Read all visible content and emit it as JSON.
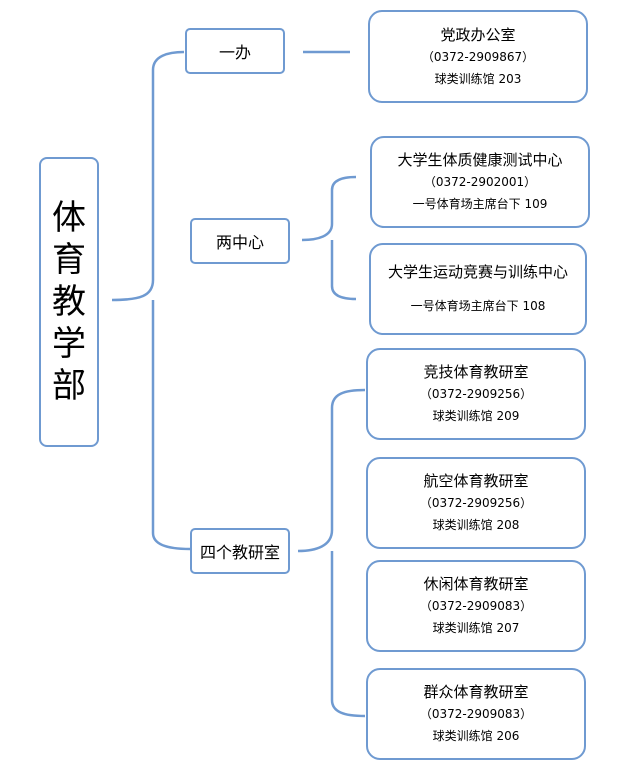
{
  "root": {
    "label": "体育教学部"
  },
  "groups": [
    {
      "label": "一办",
      "units": [
        {
          "name": "党政办公室",
          "phone": "（0372-2909867）",
          "location": "球类训练馆 203"
        }
      ]
    },
    {
      "label": "两中心",
      "units": [
        {
          "name": "大学生体质健康测试中心",
          "phone": "（0372-2902001）",
          "location": "一号体育场主席台下 109"
        },
        {
          "name": "大学生运动竞赛与训练中心",
          "phone": "",
          "location": "一号体育场主席台下 108"
        }
      ]
    },
    {
      "label": "四个教研室",
      "units": [
        {
          "name": "竞技体育教研室",
          "phone": "（0372-2909256）",
          "location": "球类训练馆 209"
        },
        {
          "name": "航空体育教研室",
          "phone": "（0372-2909256）",
          "location": "球类训练馆 208"
        },
        {
          "name": "休闲体育教研室",
          "phone": "（0372-2909083）",
          "location": "球类训练馆 207"
        },
        {
          "name": "群众体育教研室",
          "phone": "（0372-2909083）",
          "location": "球类训练馆 206"
        }
      ]
    }
  ],
  "colors": {
    "border": "#6f9ad1",
    "connector": "#6f9ad1"
  }
}
